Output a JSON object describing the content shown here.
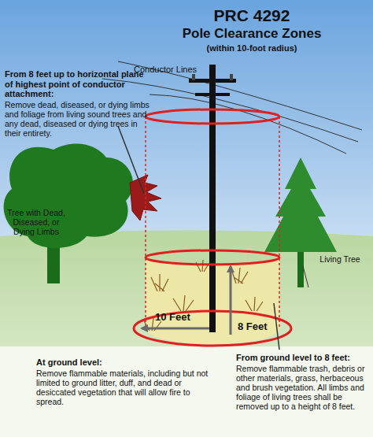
{
  "diagram": {
    "title": "PRC 4292",
    "labels": [
      "Pole Clearance Zones",
      "(within 10-foot radius)",
      "Conductor Lines",
      "From 8 feet up to horizontal plane of highest point of conductor attachment:",
      "Remove dead, diseased, or dying limbs and foliage from living sound trees and any dead, diseased or dying trees in their entirety.",
      "Tree with Dead, Diseased, or Dying Limbs",
      "Living Tree",
      "10 Feet",
      "8 Feet",
      "At ground level:",
      "Remove flammable materials, including but not limited to ground litter, duff, and dead or desiccated vegetation that will allow fire to spread.",
      "From ground level to 8 feet:",
      "Remove flammable trash, debris or other materials, grass, herbaceous and brush vegetation. All limbs and foliage of living trees shall be removed up to a height of 8 feet."
    ]
  }
}
